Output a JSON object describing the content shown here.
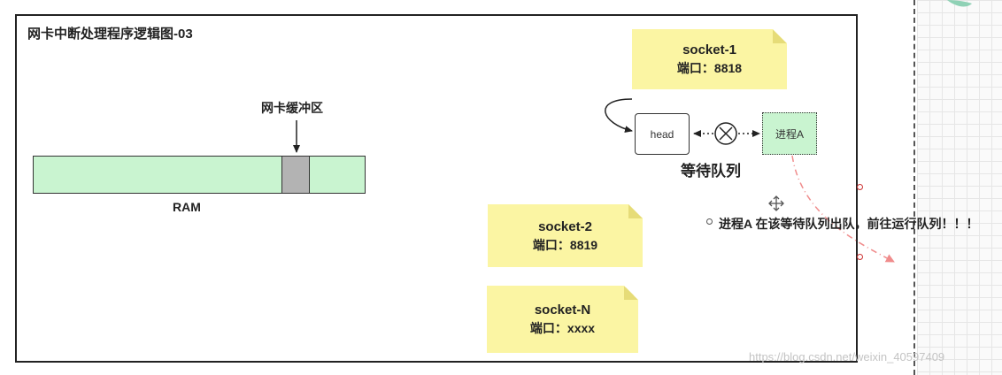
{
  "diagram": {
    "title": "网卡中断处理程序逻辑图-03",
    "buffer_label": "网卡缓冲区",
    "ram_label": "RAM",
    "sockets": [
      {
        "name": "socket-1",
        "port": "端口：8818"
      },
      {
        "name": "socket-2",
        "port": "端口：8819"
      },
      {
        "name": "socket-N",
        "port": "端口：xxxx"
      }
    ],
    "head_label": "head",
    "process_label": "进程A",
    "queue_label": "等待队列",
    "message": "进程A 在该等待队列出队，前往运行队列！！！",
    "watermark": "https://blog.csdn.net/weixin_40597409"
  },
  "colors": {
    "note_fill": "#fbf5a3",
    "green_fill": "#c9f4d0",
    "buffer_fill": "#b3b3b3",
    "arrow_red": "#f08c8c"
  }
}
